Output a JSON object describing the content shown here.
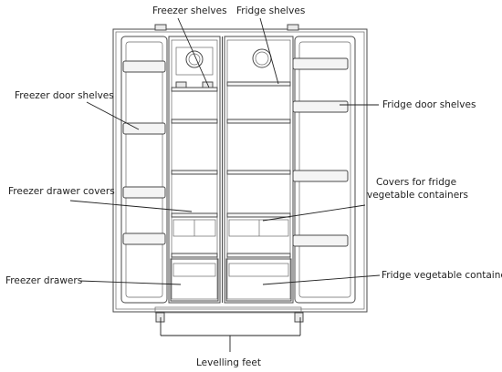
{
  "labels": {
    "freezer_shelves": "Freezer shelves",
    "fridge_shelves": "Fridge shelves",
    "freezer_door_shelves": "Freezer door shelves",
    "fridge_door_shelves": "Fridge door shelves",
    "freezer_drawer_covers": "Freezer drawer covers",
    "covers_fridge_veg_line1": "Covers for fridge",
    "covers_fridge_veg_line2": "vegetable containers",
    "freezer_drawers": "Freezer drawers",
    "fridge_veg_containers": "Fridge vegetable containers",
    "levelling_feet": "Levelling feet"
  }
}
